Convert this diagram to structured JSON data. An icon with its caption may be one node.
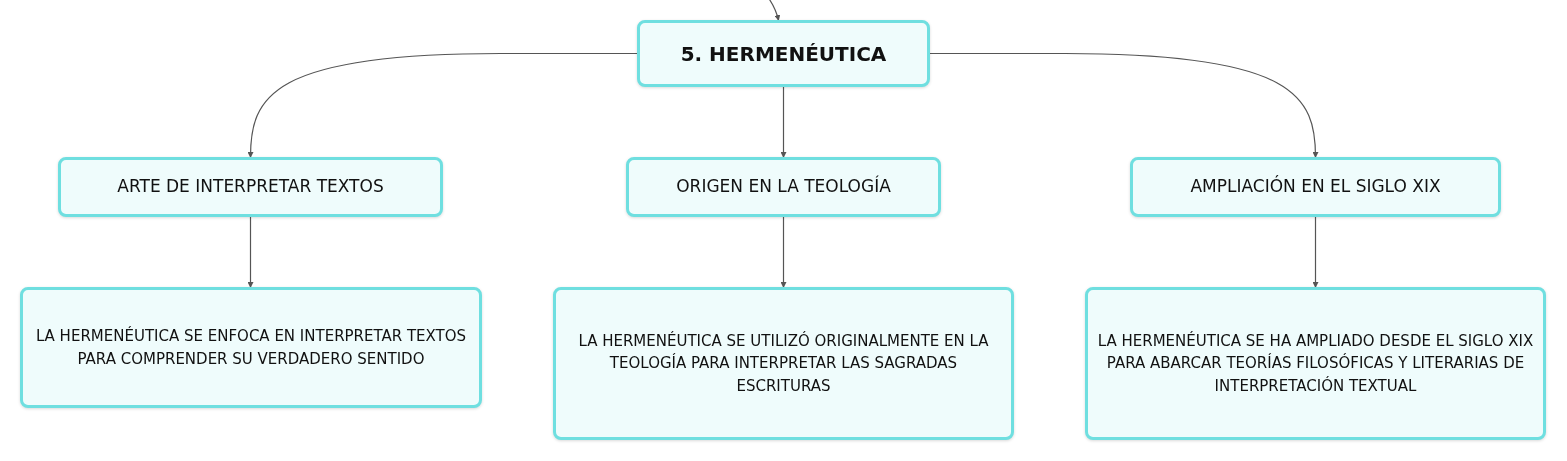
{
  "diagram": {
    "nodes": [
      {
        "text": [
          "5. HERMENÉUTICA"
        ]
      },
      {
        "text": [
          "ARTE DE INTERPRETAR TEXTOS"
        ]
      },
      {
        "text": [
          "ORIGEN EN LA TEOLOGÍA"
        ]
      },
      {
        "text": [
          "AMPLIACIÓN EN EL SIGLO XIX"
        ]
      },
      {
        "text": [
          "LA HERMENÉUTICA SE ENFOCA EN INTERPRETAR TEXTOS PARA COMPRENDER SU VERDADERO SENTIDO"
        ]
      },
      {
        "text": [
          "LA HERMENÉUTICA SE UTILIZÓ ORIGINALMENTE EN LA TEOLOGÍA PARA INTERPRETAR LAS SAGRADAS ESCRITURAS"
        ]
      },
      {
        "text": [
          "LA HERMENÉUTICA SE HA AMPLIADO DESDE EL SIGLO XIX PARA ABARCAR TEORÍAS FILOSÓFICAS Y LITERARIAS DE INTERPRETACIÓN TEXTUAL"
        ]
      }
    ],
    "edges": [
      {
        "from": null,
        "to": 0,
        "arrow": "to"
      },
      {
        "from": 0,
        "to": 1,
        "arrow": "to"
      },
      {
        "from": 0,
        "to": 2,
        "arrow": "to"
      },
      {
        "from": 0,
        "to": 3,
        "arrow": "to"
      },
      {
        "from": 1,
        "to": 4,
        "arrow": "to"
      },
      {
        "from": 2,
        "to": 5,
        "arrow": "to"
      },
      {
        "from": 3,
        "to": 6,
        "arrow": "to"
      }
    ]
  }
}
